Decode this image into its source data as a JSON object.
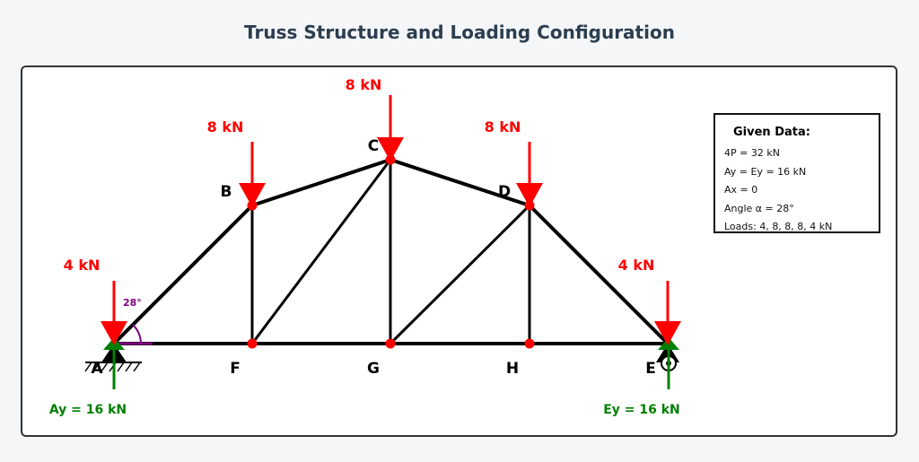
{
  "title": "Truss Structure and Loading Configuration",
  "nodes": {
    "A": "A",
    "B": "B",
    "C": "C",
    "D": "D",
    "E": "E",
    "F": "F",
    "G": "G",
    "H": "H"
  },
  "loads": {
    "A": "4 kN",
    "B": "8 kN",
    "C": "8 kN",
    "D": "8 kN",
    "E": "4 kN"
  },
  "angle_label": "28°",
  "reactions": {
    "Ay": "Ay = 16 kN",
    "Ey": "Ey = 16 kN"
  },
  "given": {
    "title": "Given Data:",
    "lines": [
      "4P = 32 kN",
      "Ay = Ey = 16 kN",
      "Ax = 0",
      "Angle α = 28°",
      "Loads: 4, 8, 8, 8, 4 kN"
    ]
  },
  "colors": {
    "load": "#ff0000",
    "reaction": "#008000",
    "angle": "#800080",
    "member": "#000000",
    "title": "#2c3e50"
  }
}
